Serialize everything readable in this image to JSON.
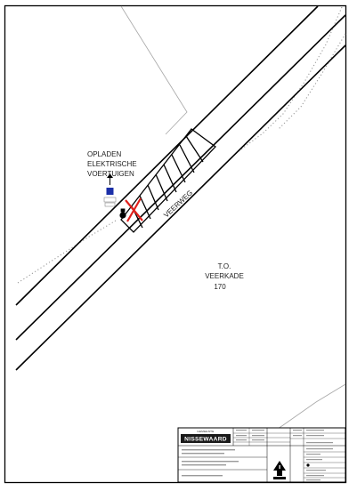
{
  "labels": {
    "charging_line1": "OPLADEN",
    "charging_line2": "ELEKTRISCHE",
    "charging_line3": "VOERTUIGEN",
    "street": "VEERWEG",
    "building_line1": "T.O.",
    "building_line2": "VEERKADE",
    "building_line3": "170"
  },
  "title_block": {
    "org_prefix": "GEMEENTE",
    "org_name": "NISSEWAARD"
  },
  "colors": {
    "line": "#000000",
    "cadastral": "#a8a8a8",
    "charging_sign": "#1b2fa8",
    "removal_cross": "#e0201c",
    "brand_bg": "#1a1a1a"
  },
  "icons": {
    "charging_pole": "ev-charging-pole-icon",
    "charging_sign": "parking-sign-icon",
    "removal_cross": "removal-cross-icon",
    "north_arrow": "north-arrow-icon"
  }
}
